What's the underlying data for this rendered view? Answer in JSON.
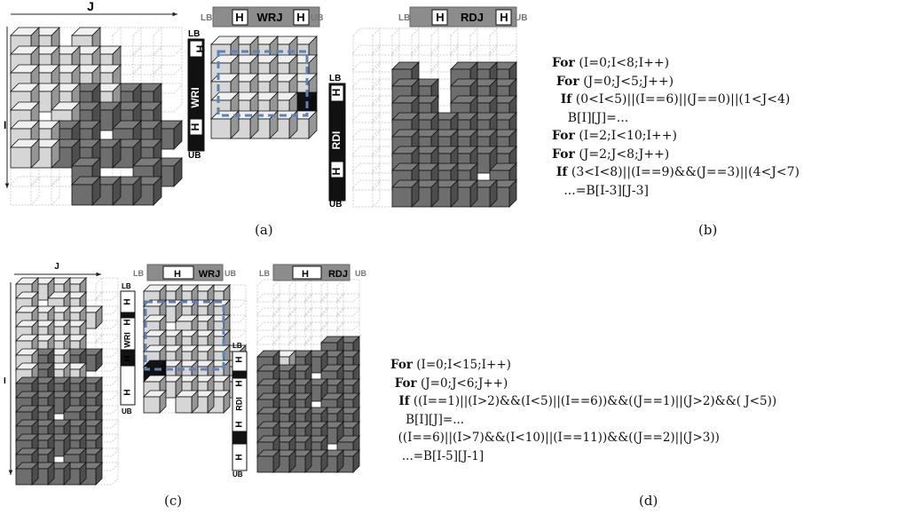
{
  "panel_a": {
    "j_label": "J",
    "i_label": "I",
    "caption": "(a)",
    "wr_bar": {
      "lb": "LB",
      "h": "H",
      "name": "WRJ",
      "ub": "UB"
    },
    "wr_side": {
      "lb": "LB",
      "h": "H",
      "name": "WRI",
      "ub": "UB"
    },
    "rd_bar": {
      "lb": "LB",
      "h": "H",
      "name": "RDJ",
      "ub": "UB"
    },
    "rd_side": {
      "lb": "LB",
      "h": "H",
      "name": "RDI",
      "ub": "UB"
    }
  },
  "panel_b": {
    "caption": "(b)",
    "lines": [
      {
        "kw": "For",
        "text": " (I=0;I<8;I++)"
      },
      {
        "kw": " For",
        "text": " (J=0;J<5;J++)"
      },
      {
        "kw": "  If",
        "text": " (0<I<5)||(I==6)||(J==0)||(1<J<4)"
      },
      {
        "kw": "",
        "text": "    B[I][J]=..."
      },
      {
        "kw": "For",
        "text": " (I=2;I<10;I++)"
      },
      {
        "kw": "For",
        "text": " (J=2;J<8;J++)"
      },
      {
        "kw": " If",
        "text": " (3<I<8)||(I==9)&&(J==3)||(4<J<7)"
      },
      {
        "kw": "",
        "text": "   ...=B[I-3][J-3]"
      }
    ]
  },
  "panel_c": {
    "j_label": "J",
    "i_label": "I",
    "caption": "(c)",
    "wr_bar": {
      "lb": "LB",
      "h": "H",
      "name": "WRJ",
      "ub": "UB"
    },
    "wr_side": {
      "lb": "LB",
      "h": "H",
      "name": "WRI",
      "ub": "UB"
    },
    "rd_bar": {
      "lb": "LB",
      "h": "H",
      "name": "RDJ",
      "ub": "UB"
    },
    "rd_side": {
      "lb": "LB",
      "h": "H",
      "name": "RDI",
      "ub": "UB"
    }
  },
  "panel_d": {
    "caption": "(d)",
    "lines": [
      {
        "kw": "For",
        "text": " (I=0;I<15;I++)"
      },
      {
        "kw": " For",
        "text": " (J=0;J<6;J++)"
      },
      {
        "kw": "  If",
        "text": " ((I==1)||(I>2)&&(I<5)||(I==6))&&((J==1)||(J>2)&&( J<5))"
      },
      {
        "kw": "",
        "text": "    B[I][J]=..."
      },
      {
        "kw": "",
        "text": "  ((I==6)||(I>7)&&(I<10)||(I==11))&&((J==2)||(J>3))"
      },
      {
        "kw": "",
        "text": "   ...=B[I-5][J-1]"
      }
    ]
  },
  "colors": {
    "light_cell": "#d6d6d6",
    "dark_cell": "#6e6e6e",
    "black_cell": "#111111",
    "ghost_cell": "#bdbdbd",
    "dashed_window": "#5b83b8",
    "bar_gray": "#8c8c8c"
  }
}
